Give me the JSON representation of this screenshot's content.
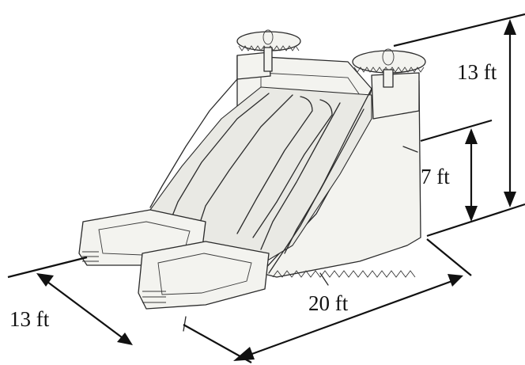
{
  "dimensions": {
    "total_height": "13 ft",
    "platform_height": "7 ft",
    "length": "20 ft",
    "width": "13 ft"
  },
  "colors": {
    "line": "#2b2b2b",
    "fill": "#f3f3ef",
    "shade": "#e9e9e4",
    "dimension": "#111111"
  }
}
